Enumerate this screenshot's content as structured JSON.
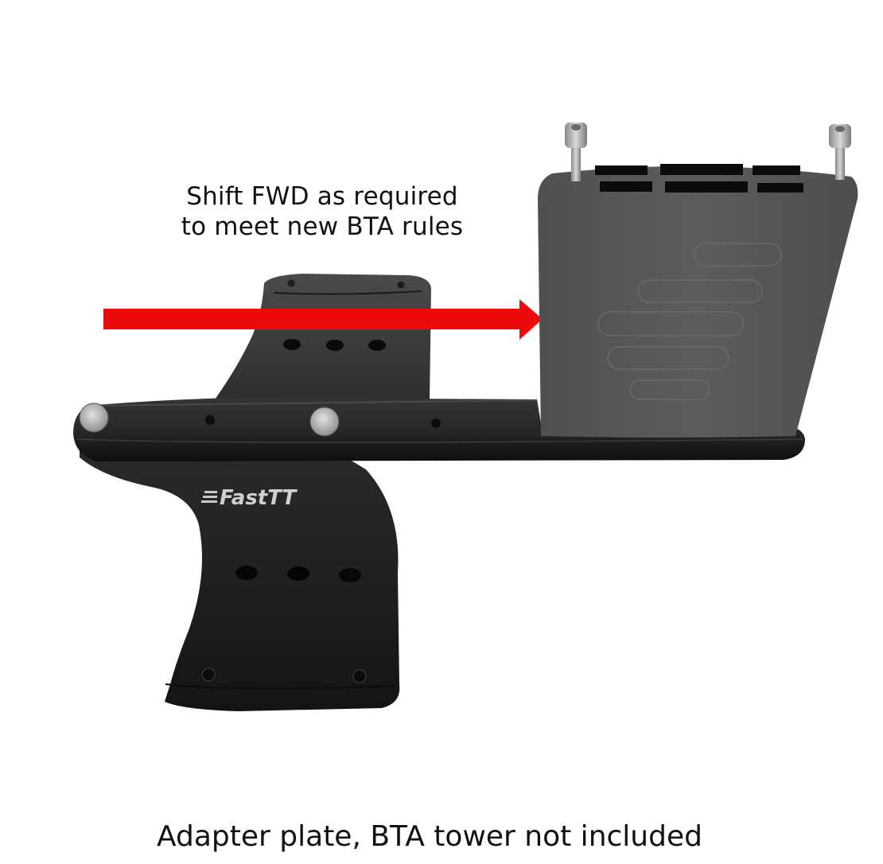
{
  "annotation": {
    "line1": "Shift FWD as required",
    "line2": "to meet new BTA rules"
  },
  "arrow": {
    "direction": "right",
    "color": "#ee0a0a"
  },
  "product": {
    "brand_logo": "FastTT",
    "components": [
      "back-plate",
      "adapter-plate",
      "front-plate",
      "bta-tower",
      "tower-bolts"
    ]
  },
  "caption": "Adapter plate, BTA tower not included",
  "colors": {
    "background": "#ffffff",
    "plate_dark": "#1c1c1e",
    "plate_mid": "#3a3a3c",
    "tower": "#58585a",
    "text": "#111111"
  }
}
